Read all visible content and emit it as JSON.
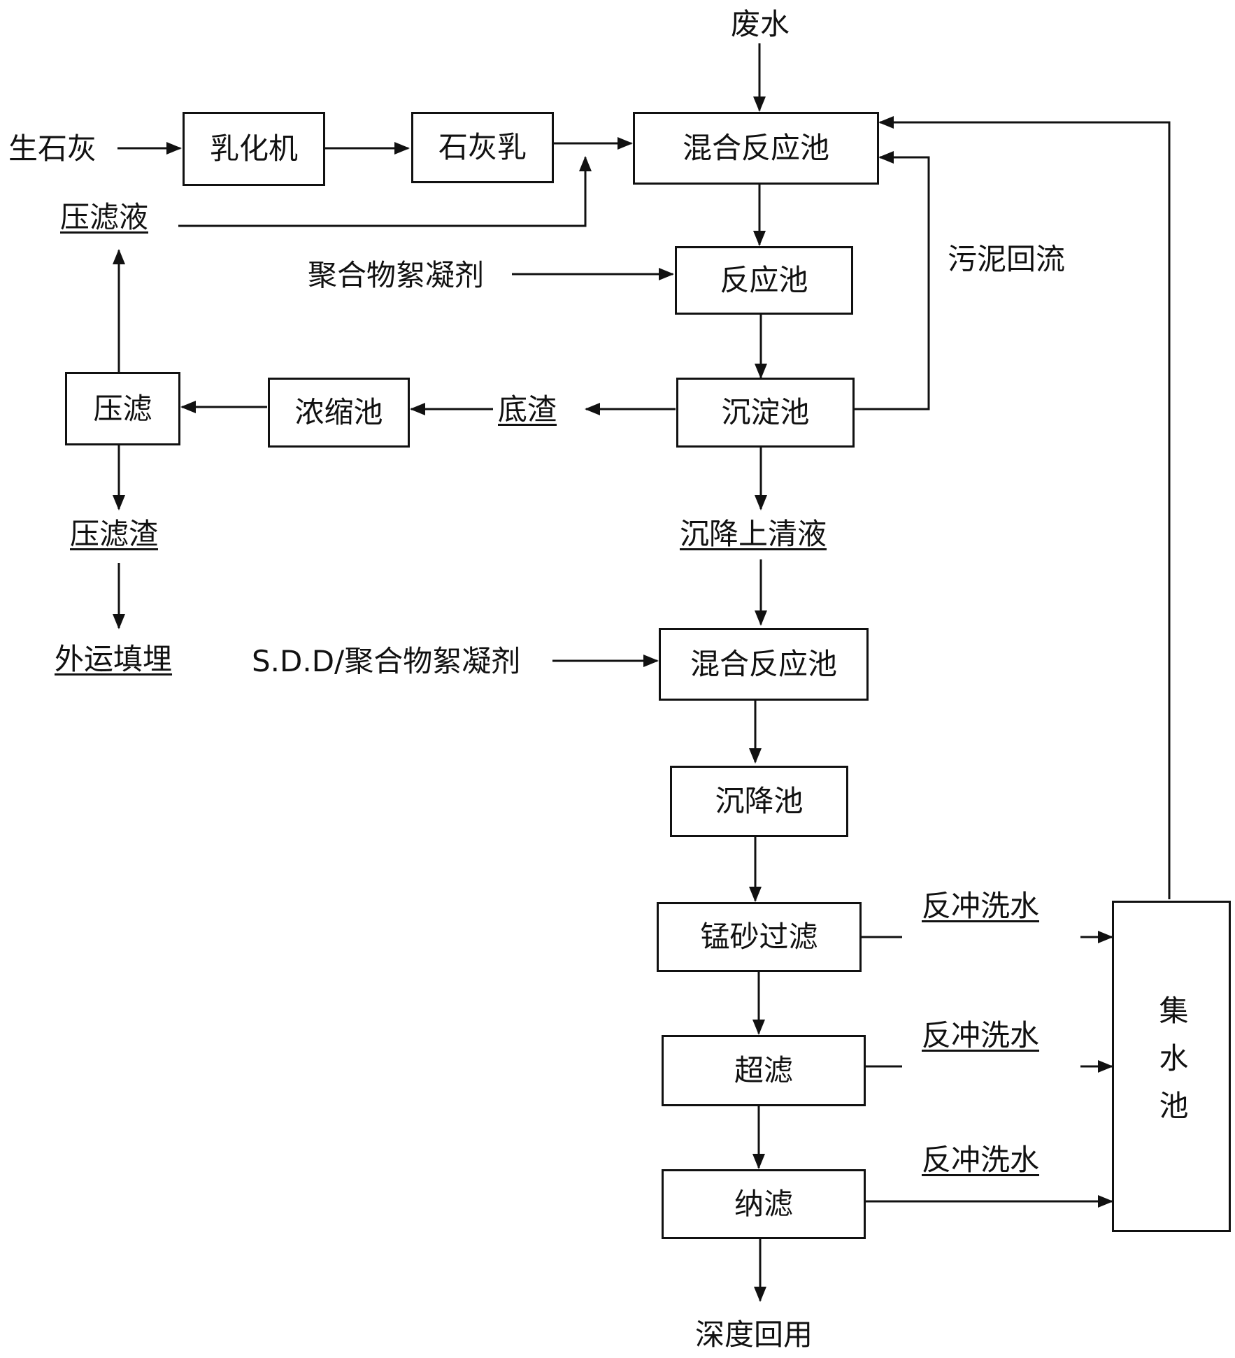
{
  "nodes": {
    "wastewater": "废水",
    "quicklime": "生石灰",
    "emulsifier": "乳化机",
    "lime_milk": "石灰乳",
    "mix_tank_1": "混合反应池",
    "filtrate": "压滤液",
    "flocculant_1": "聚合物絮凝剂",
    "reaction_tank": "反应池",
    "sludge_return": "污泥回流",
    "press_filter": "压滤",
    "thickener": "浓缩池",
    "bottom_residue": "底渣",
    "settling_tank": "沉淀池",
    "filter_cake": "压滤渣",
    "supernatant": "沉降上清液",
    "landfill": "外运填埋",
    "flocculant_2": "S.D.D/聚合物絮凝剂",
    "mix_tank_2": "混合反应池",
    "sedimentation_tank": "沉降池",
    "manganese_sand_filter": "锰砂过滤",
    "ultrafiltration": "超滤",
    "nanofiltration": "纳滤",
    "backwash_1": "反冲洗水",
    "backwash_2": "反冲洗水",
    "backwash_3": "反冲洗水",
    "collection_tank": "集水池",
    "deep_reuse": "深度回用"
  }
}
